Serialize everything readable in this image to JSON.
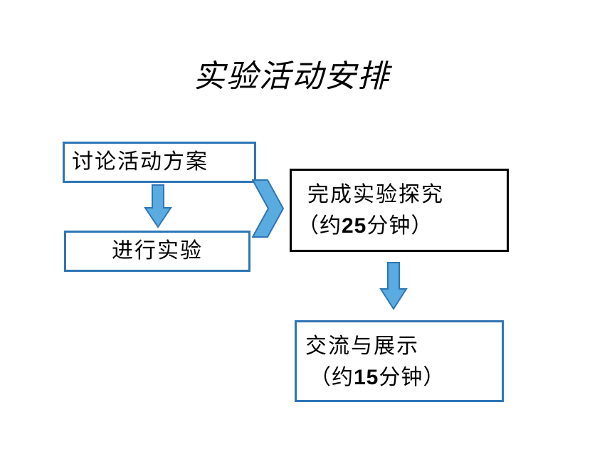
{
  "title": "实验活动安排",
  "boxes": {
    "discuss": "讨论活动方案",
    "experiment": "进行实验",
    "complete": {
      "line1": "完成实验探究",
      "paren_open": "（约",
      "minutes": "25",
      "unit": "分钟）"
    },
    "exchange": {
      "line1": "交流与展示",
      "paren_open": "（约",
      "minutes": "15",
      "unit": "分钟）"
    }
  },
  "colors": {
    "blue_border": "#2e75b6",
    "arrow_fill": "#5aabdf",
    "arrow_stroke": "#2e75b6",
    "black_border": "#000000"
  }
}
